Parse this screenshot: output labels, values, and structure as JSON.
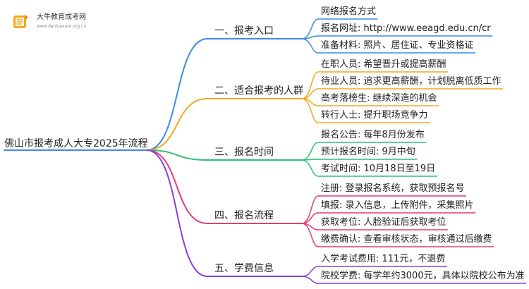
{
  "logo": {
    "name": "大牛教育成考网",
    "domain": "www.daniuexam.org.cn"
  },
  "root": "佛山市报考成人大专2025年流程",
  "colors": {
    "blue": "#3a8de6",
    "orange": "#f2a91f",
    "green": "#2fbf71",
    "pink": "#e63a78",
    "purple": "#8a3fd6",
    "root": "#3a8de6"
  },
  "branches": [
    {
      "label": "一、报考入口",
      "color": "blue",
      "leaves": [
        "网络报名方式",
        "报名网址: http://www.eeagd.edu.cn/cr",
        "准备材料: 照片、居住证、专业资格证"
      ]
    },
    {
      "label": "二、适合报考的人群",
      "color": "orange",
      "leaves": [
        "在职人员: 希望晋升或提高薪酬",
        "待业人员: 追求更高薪酬，计划脱离低质工作",
        "高考落榜生: 继续深造的机会",
        "转行人士: 提升职场竞争力"
      ]
    },
    {
      "label": "三、报名时间",
      "color": "green",
      "leaves": [
        "报名公告: 每年8月份发布",
        "预计报名时间: 9月中旬",
        "考试时间: 10月18日至19日"
      ]
    },
    {
      "label": "四、报名流程",
      "color": "pink",
      "leaves": [
        "注册: 登录报名系统，获取预报名号",
        "填报: 录入信息，上传附件，采集照片",
        "获取考位: 人脸验证后获取考位",
        "缴费确认: 查看审核状态，审核通过后缴费"
      ]
    },
    {
      "label": "五、学费信息",
      "color": "purple",
      "leaves": [
        "入学考试费用: 111元，不退费",
        "院校学费: 每学年约3000元，具体以院校公布为准"
      ]
    }
  ]
}
